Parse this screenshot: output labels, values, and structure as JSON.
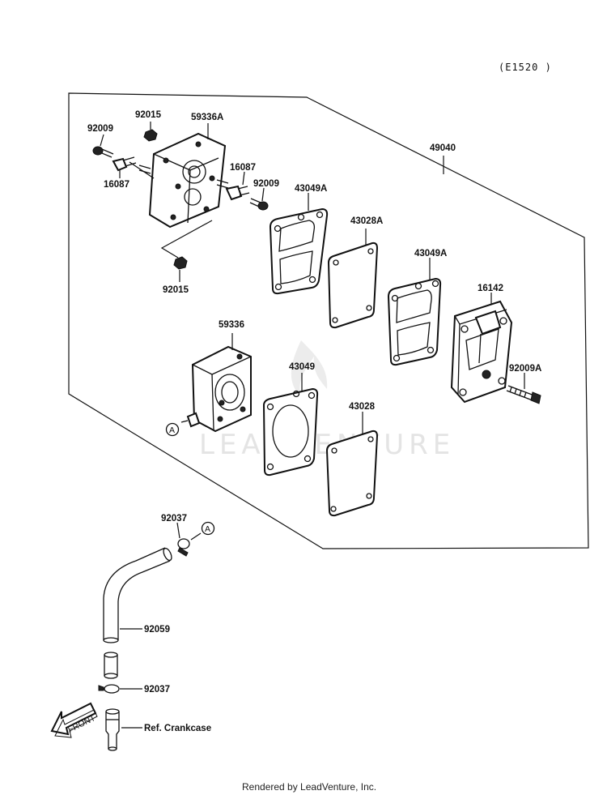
{
  "diagram_code": "(E1520 )",
  "watermark": "LEADVENTURE",
  "footer": "Rendered by LeadVenture, Inc.",
  "front_label": "FRONT",
  "ref_label": "A",
  "parts": {
    "p92015_top": "92015",
    "p92009_left": "92009",
    "p59336A": "59336A",
    "p16087_left": "16087",
    "p16087_right": "16087",
    "p92009_right": "92009",
    "p92015_bottom": "92015",
    "p49040": "49040",
    "p43049A_1": "43049A",
    "p43028A": "43028A",
    "p43049A_2": "43049A",
    "p16142": "16142",
    "p92009A": "92009A",
    "p59336": "59336",
    "p43049": "43049",
    "p43028": "43028",
    "p92037_top": "92037",
    "p92059": "92059",
    "p92037_bottom": "92037",
    "ref_crankcase": "Ref. Crankcase"
  }
}
